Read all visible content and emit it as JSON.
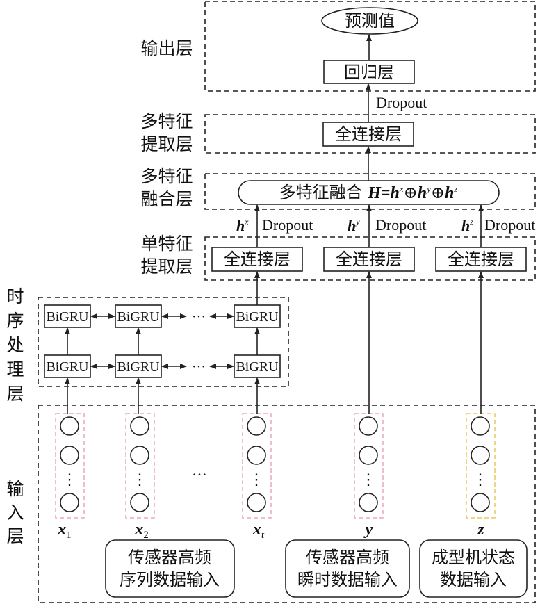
{
  "layers": {
    "output": "输出层",
    "multi_extract": "多特征\n提取层",
    "fusion_layer": "多特征\n融合层",
    "single_extract": "单特征\n提取层",
    "temporal": "时\n序\n处\n理\n层",
    "input": "输\n入\n层"
  },
  "nodes": {
    "prediction": "预测值",
    "regression": "回归层",
    "fc_top": "全连接层",
    "fusion_prefix": "多特征融合 ",
    "fc_x": "全连接层",
    "fc_y": "全连接层",
    "fc_z": "全连接层",
    "bigru": "BiGRU",
    "ellipsis": "···",
    "vertical_dots": "⋮"
  },
  "edges": {
    "dropout": "Dropout"
  },
  "inputs": {
    "x1": {
      "base": "x",
      "sub": "1"
    },
    "x2": {
      "base": "x",
      "sub": "2"
    },
    "xt": {
      "base": "x",
      "sub": "t"
    },
    "y": "y",
    "z": "z",
    "group1": "传感器高频\n序列数据输入",
    "group2": "传感器高频\n瞬时数据输入",
    "group3": "成型机状态\n数据输入"
  },
  "colors": {
    "input_group_pink": "#e8a9b8",
    "input_group_yellow": "#e8c85a",
    "stroke": "#222222"
  }
}
